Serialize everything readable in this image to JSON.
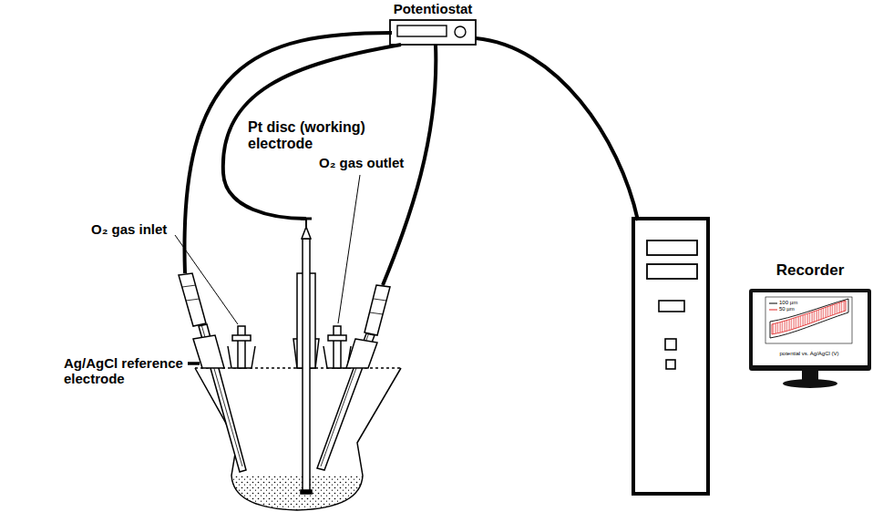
{
  "diagram": {
    "nodes": [
      {
        "text": [
          "Potentiostat"
        ]
      },
      {
        "text": [
          "Recorder"
        ]
      }
    ],
    "labels": [
      "Pt disc (working) electrode",
      "O₂ gas inlet",
      "O₂ gas outlet",
      "Ag/AgCl reference electrode",
      "potential vs. Ag/AgCl (V)"
    ],
    "legend": [
      {
        "text": "100 µm"
      },
      {
        "text": "50 µm"
      }
    ]
  }
}
